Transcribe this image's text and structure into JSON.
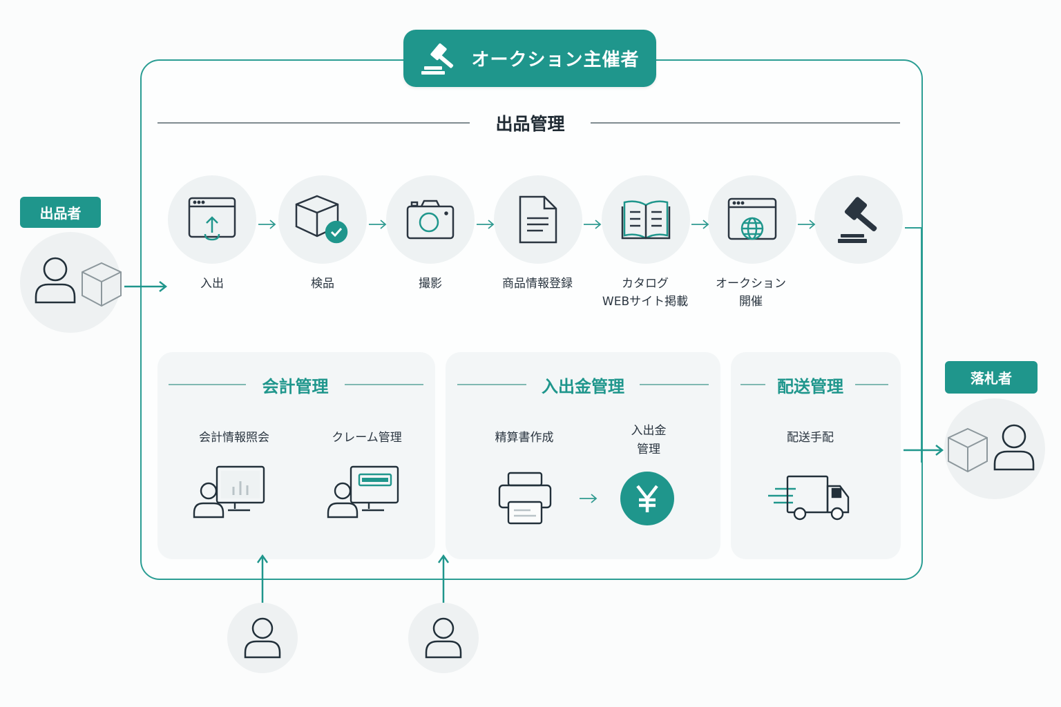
{
  "organizer": {
    "title": "オークション主催者"
  },
  "listing": {
    "title": "出品管理",
    "steps": [
      {
        "label": "入出",
        "icon": "upload-window-icon"
      },
      {
        "label": "検品",
        "icon": "box-check-icon"
      },
      {
        "label": "撮影",
        "icon": "camera-icon"
      },
      {
        "label": "商品情報登録",
        "icon": "document-icon"
      },
      {
        "label": "カタログ\nWEBサイト掲載",
        "icon": "catalog-book-icon"
      },
      {
        "label": "オークション\n開催",
        "icon": "web-globe-icon"
      },
      {
        "label": "",
        "icon": "gavel-icon"
      }
    ]
  },
  "seller": {
    "label": "出品者"
  },
  "buyer": {
    "label": "落札者"
  },
  "accounting": {
    "title": "会計管理",
    "items": [
      {
        "label": "会計情報照会",
        "icon": "user-monitor-chart-icon"
      },
      {
        "label": "クレーム管理",
        "icon": "user-monitor-message-icon"
      }
    ]
  },
  "payments": {
    "title": "入出金管理",
    "items": [
      {
        "label": "精算書作成",
        "icon": "printer-icon"
      },
      {
        "label": "入出金\n管理",
        "icon": "yen-icon"
      }
    ]
  },
  "delivery": {
    "title": "配送管理",
    "items": [
      {
        "label": "配送手配",
        "icon": "truck-icon"
      }
    ]
  },
  "colors": {
    "accent": "#1f968c",
    "line": "#2a9d93",
    "dark": "#22303a",
    "circle": "#eef2f3"
  }
}
